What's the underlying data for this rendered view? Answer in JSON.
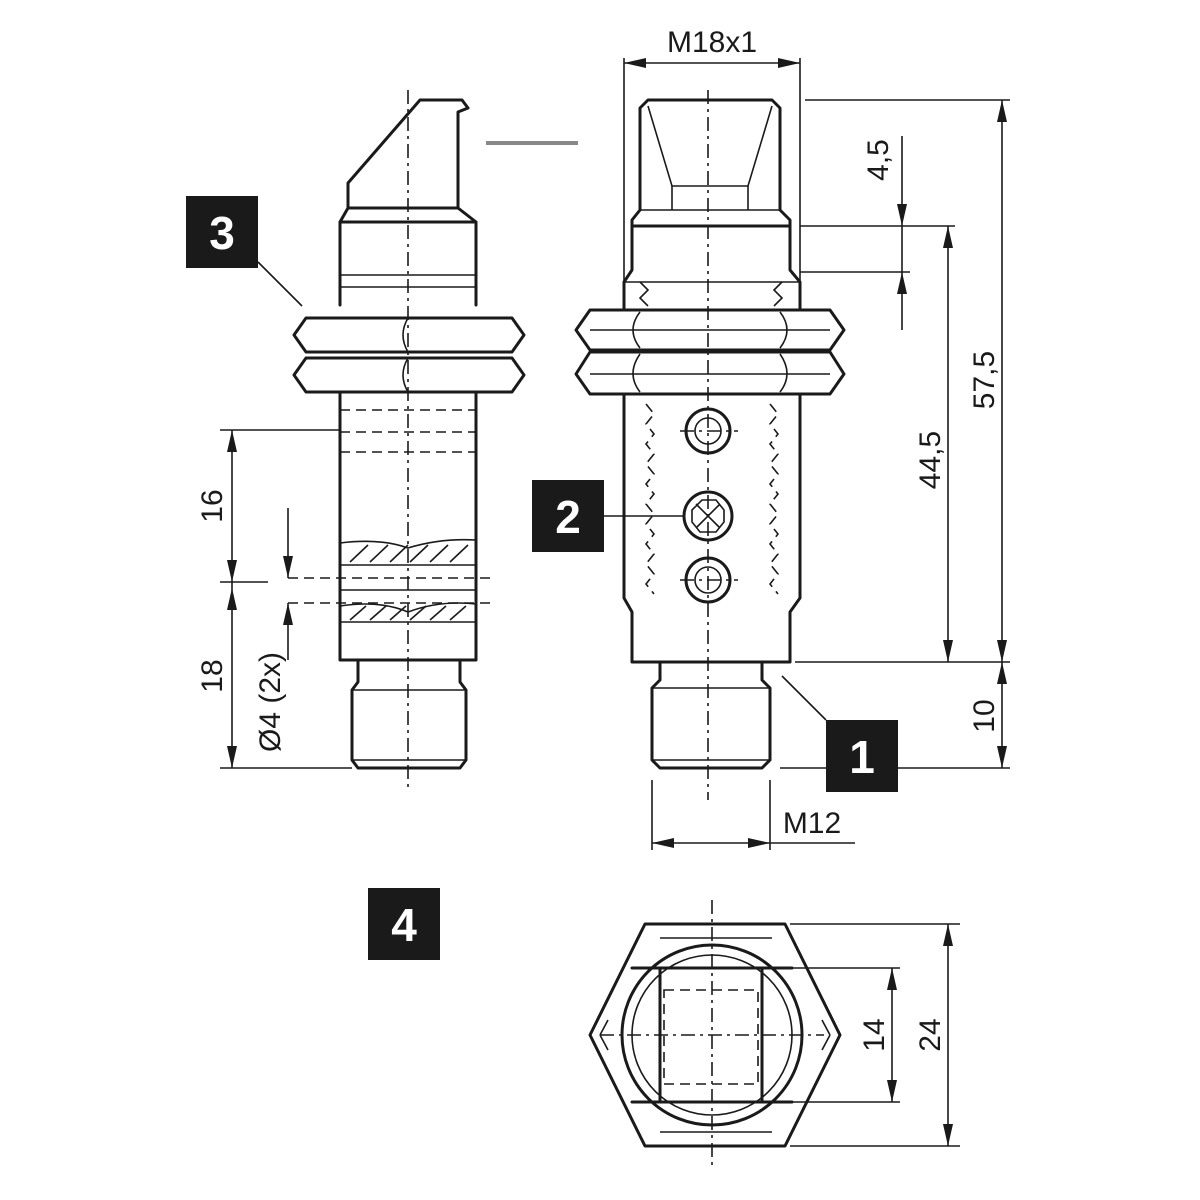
{
  "dimensions": {
    "thread_main": "M18x1",
    "head_length": "4,5",
    "total_length": "57,5",
    "body_length": "44,5",
    "connector_length": "10",
    "connector_thread": "M12",
    "offset_upper": "16",
    "offset_lower": "18",
    "hole_diameter": "Ø4 (2x)",
    "inner_width": "14",
    "across_flats": "24"
  },
  "callouts": {
    "c1": "1",
    "c2": "2",
    "c3": "3",
    "c4": "4"
  },
  "colors": {
    "line": "#1a1a1a",
    "callout_box": "#1a1a1a",
    "callout_text": "#ffffff",
    "marker_gray": "#888888"
  }
}
